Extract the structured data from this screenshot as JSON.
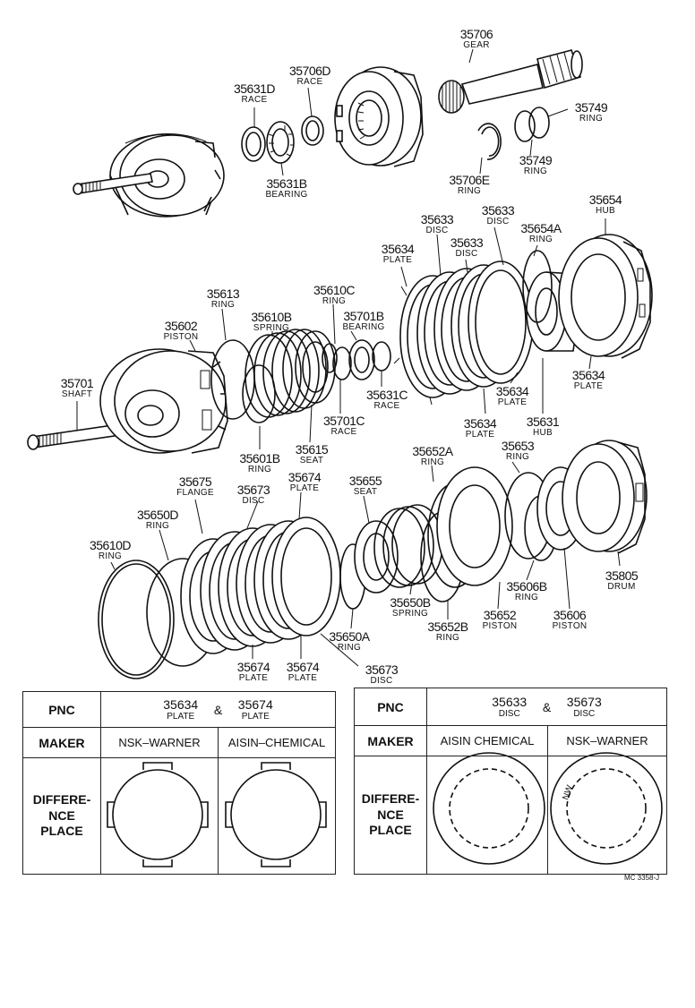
{
  "labels": [
    {
      "id": "p35706",
      "pn": "35706",
      "name": "GEAR"
    },
    {
      "id": "p35706d",
      "pn": "35706D",
      "name": "RACE"
    },
    {
      "id": "p35631d",
      "pn": "35631D",
      "name": "RACE"
    },
    {
      "id": "p35749a",
      "pn": "35749",
      "name": "RING"
    },
    {
      "id": "p35631b",
      "pn": "35631B",
      "name": "BEARING"
    },
    {
      "id": "p35706e",
      "pn": "35706E",
      "name": "RING"
    },
    {
      "id": "p35749b",
      "pn": "35749",
      "name": "RING"
    },
    {
      "id": "p35654",
      "pn": "35654",
      "name": "HUB"
    },
    {
      "id": "p35633a",
      "pn": "35633",
      "name": "DISC"
    },
    {
      "id": "p35633b",
      "pn": "35633",
      "name": "DISC"
    },
    {
      "id": "p35633c",
      "pn": "35633",
      "name": "DISC"
    },
    {
      "id": "p35634a",
      "pn": "35634",
      "name": "PLATE"
    },
    {
      "id": "p35654a",
      "pn": "35654A",
      "name": "RING"
    },
    {
      "id": "p35613",
      "pn": "35613",
      "name": "RING"
    },
    {
      "id": "p35610c",
      "pn": "35610C",
      "name": "RING"
    },
    {
      "id": "p35602",
      "pn": "35602",
      "name": "PISTON"
    },
    {
      "id": "p35610b",
      "pn": "35610B",
      "name": "SPRING"
    },
    {
      "id": "p35701b",
      "pn": "35701B",
      "name": "BEARING"
    },
    {
      "id": "p35701",
      "pn": "35701",
      "name": "SHAFT"
    },
    {
      "id": "p35631c",
      "pn": "35631C",
      "name": "RACE"
    },
    {
      "id": "p35634b",
      "pn": "35634",
      "name": "PLATE"
    },
    {
      "id": "p35634c",
      "pn": "35634",
      "name": "PLATE"
    },
    {
      "id": "p35701c",
      "pn": "35701C",
      "name": "RACE"
    },
    {
      "id": "p35634d",
      "pn": "35634",
      "name": "PLATE"
    },
    {
      "id": "p35631",
      "pn": "35631",
      "name": "HUB"
    },
    {
      "id": "p35615",
      "pn": "35615",
      "name": "SEAT"
    },
    {
      "id": "p35601b",
      "pn": "35601B",
      "name": "RING"
    },
    {
      "id": "p35652a",
      "pn": "35652A",
      "name": "RING"
    },
    {
      "id": "p35653",
      "pn": "35653",
      "name": "RING"
    },
    {
      "id": "p35675",
      "pn": "35675",
      "name": "FLANGE"
    },
    {
      "id": "p35674a",
      "pn": "35674",
      "name": "PLATE"
    },
    {
      "id": "p35655",
      "pn": "35655",
      "name": "SEAT"
    },
    {
      "id": "p35673a",
      "pn": "35673",
      "name": "DISC"
    },
    {
      "id": "p35650d",
      "pn": "35650D",
      "name": "RING"
    },
    {
      "id": "p35610d",
      "pn": "35610D",
      "name": "RING"
    },
    {
      "id": "p35805",
      "pn": "35805",
      "name": "DRUM"
    },
    {
      "id": "p35606b",
      "pn": "35606B",
      "name": "RING"
    },
    {
      "id": "p35650b",
      "pn": "35650B",
      "name": "SPRING"
    },
    {
      "id": "p35652",
      "pn": "35652",
      "name": "PISTON"
    },
    {
      "id": "p35606",
      "pn": "35606",
      "name": "PISTON"
    },
    {
      "id": "p35652b",
      "pn": "35652B",
      "name": "RING"
    },
    {
      "id": "p35650a",
      "pn": "35650A",
      "name": "RING"
    },
    {
      "id": "p35674b",
      "pn": "35674",
      "name": "PLATE"
    },
    {
      "id": "p35674c",
      "pn": "35674",
      "name": "PLATE"
    },
    {
      "id": "p35673b",
      "pn": "35673",
      "name": "DISC"
    }
  ],
  "table_left": {
    "pnc_header": "PNC",
    "maker_header": "MAKER",
    "diff_header_lines": [
      "DIFFERE-",
      "NCE",
      "PLACE"
    ],
    "pn1": "35634",
    "pn1_name": "PLATE",
    "amp": "&",
    "pn2": "35674",
    "pn2_name": "PLATE",
    "maker1": "NSK–WARNER",
    "maker2": "AISIN–CHEMICAL"
  },
  "table_right": {
    "pnc_header": "PNC",
    "maker_header": "MAKER",
    "diff_header_lines": [
      "DIFFERE-",
      "NCE",
      "PLACE"
    ],
    "pn1": "35633",
    "pn1_name": "DISC",
    "amp": "&",
    "pn2": "35673",
    "pn2_name": "DISC",
    "maker1": "AISIN CHEMICAL",
    "maker2": "NSK–WARNER",
    "stamp": "NW"
  },
  "drawing_code": "MC 3358-J"
}
